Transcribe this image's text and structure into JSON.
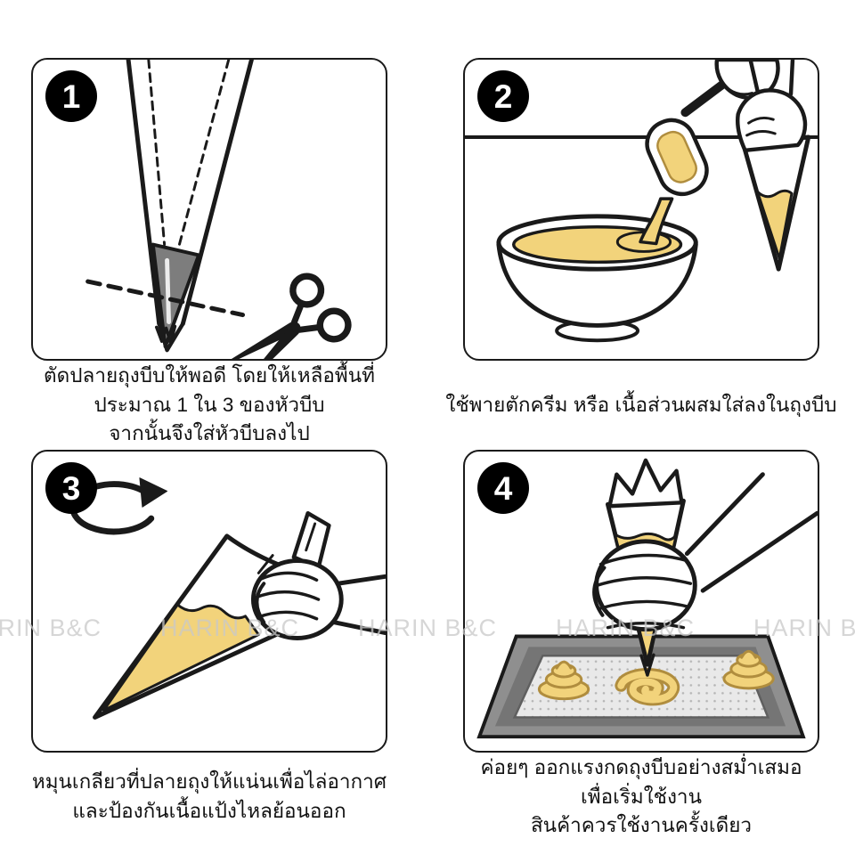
{
  "watermark": {
    "text": "HARIN B&C",
    "repetitions": 5
  },
  "colors": {
    "line": "#1a1a1a",
    "cream": "#f2d37b",
    "cream_edge": "#b08d3e",
    "badge_bg": "#000000",
    "badge_text": "#ffffff",
    "nozzle": "#7d7d7d",
    "tray": "#8f8f8f",
    "mat": "#e9e9e9",
    "watermark": "#c9c9c9"
  },
  "icons": {
    "scissors": "✂",
    "rotate_arrow": "↻"
  },
  "steps": [
    {
      "number": "1",
      "alt": "Cutting the piping bag tip with scissors along a dashed cut line, nozzle inside",
      "caption_lines": [
        "ตัดปลายถุงบีบให้พอดี โดยให้เหลือพื้นที่",
        "ประมาณ 1 ใน 3 ของหัวบีบ",
        "จากนั้นจึงใส่หัวบีบลงไป"
      ]
    },
    {
      "number": "2",
      "alt": "Spatula scooping cream from a bowl into a piping bag held by a hand",
      "caption_lines": [
        "ใช้พายตักครีม หรือ เนื้อส่วนผสมใส่ลงในถุงบีบ"
      ]
    },
    {
      "number": "3",
      "alt": "Hand twisting the top of the filled piping bag, rotation arrow",
      "caption_lines": [
        "หมุนเกลียวที่ปลายถุงให้แน่นเพื่อไล่อากาศ",
        "และป้องกันเนื้อแป้งไหลย้อนออก"
      ]
    },
    {
      "number": "4",
      "alt": "Hand squeezing the piping bag to pipe cream swirls onto a baking tray",
      "caption_lines": [
        "ค่อยๆ ออกแรงกดถุงบีบอย่างสม่ำเสมอ",
        "เพื่อเริ่มใช้งาน",
        "สินค้าควรใช้งานครั้งเดียว"
      ]
    }
  ]
}
